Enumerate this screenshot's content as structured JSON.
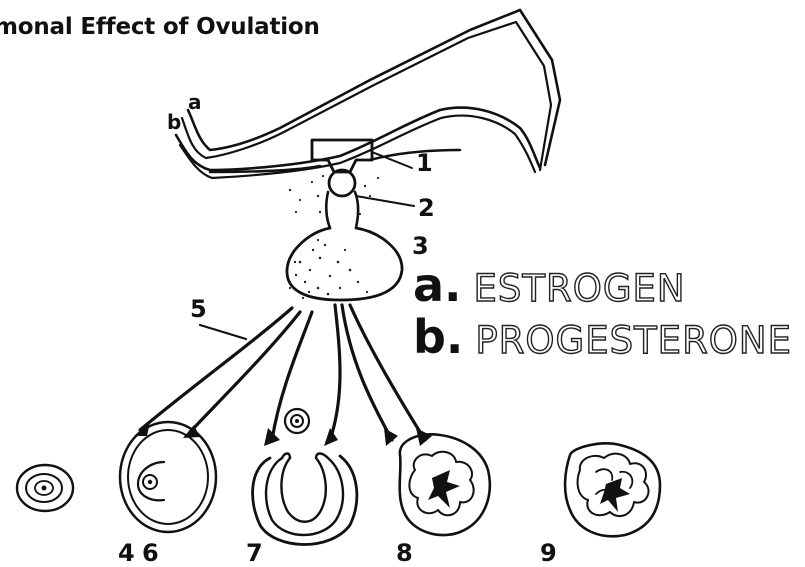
{
  "title": "monal Effect of Ovulation",
  "line_labels": {
    "a": "a",
    "b": "b"
  },
  "numbers": [
    "1",
    "2",
    "3",
    "4",
    "5",
    "6",
    "7",
    "8",
    "9"
  ],
  "legend": [
    {
      "key": "a.",
      "text": "ESTROGEN"
    },
    {
      "key": "b.",
      "text": "PROGESTERONE"
    }
  ]
}
